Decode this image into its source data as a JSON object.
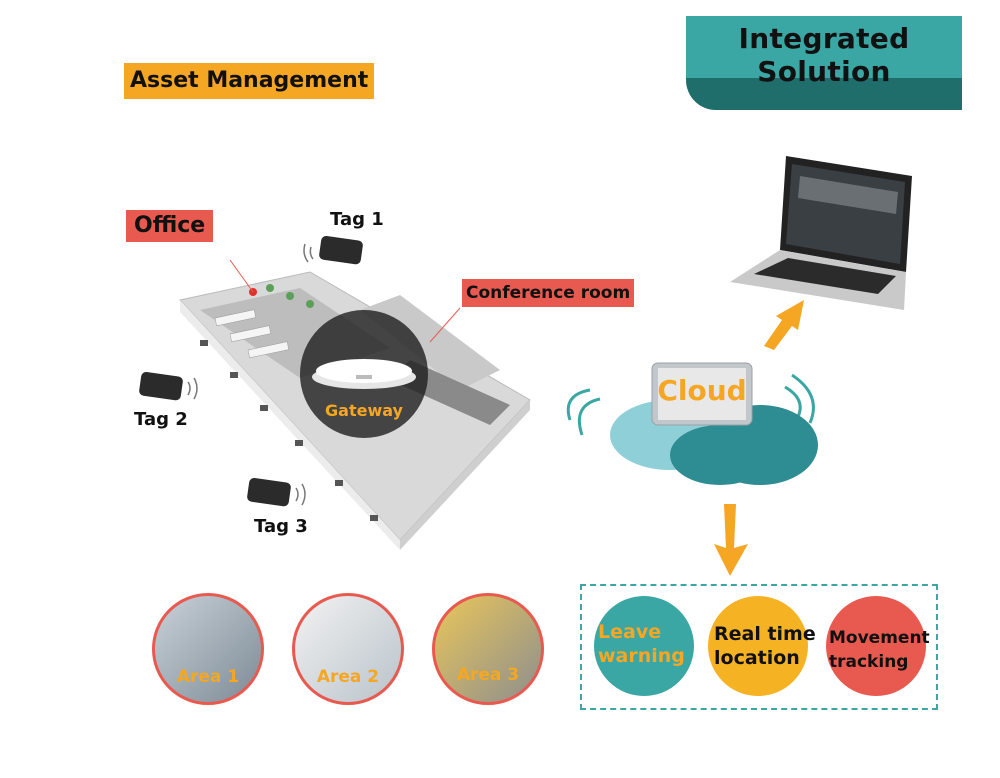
{
  "header": {
    "title": "Integrated Solution",
    "section": "Asset Management"
  },
  "labels": {
    "office": "Office",
    "conference_room": "Conference room",
    "gateway": "Gateway",
    "cloud": "Cloud"
  },
  "tags": [
    "Tag 1",
    "Tag 2",
    "Tag 3"
  ],
  "areas": [
    "Area 1",
    "Area 2",
    "Area 3"
  ],
  "features": [
    {
      "line1": "Leave",
      "line2": "warning",
      "color": "#3aa7a4",
      "text_color": "#f5a623"
    },
    {
      "line1": "Real time",
      "line2": "location",
      "color": "#f5b324",
      "text_color": "#111111"
    },
    {
      "line1": "Movement",
      "line2": "tracking",
      "color": "#e85a50",
      "text_color": "#111111"
    }
  ],
  "colors": {
    "teal": "#3aa7a4",
    "orange": "#f5a623",
    "red": "#e85a50"
  }
}
